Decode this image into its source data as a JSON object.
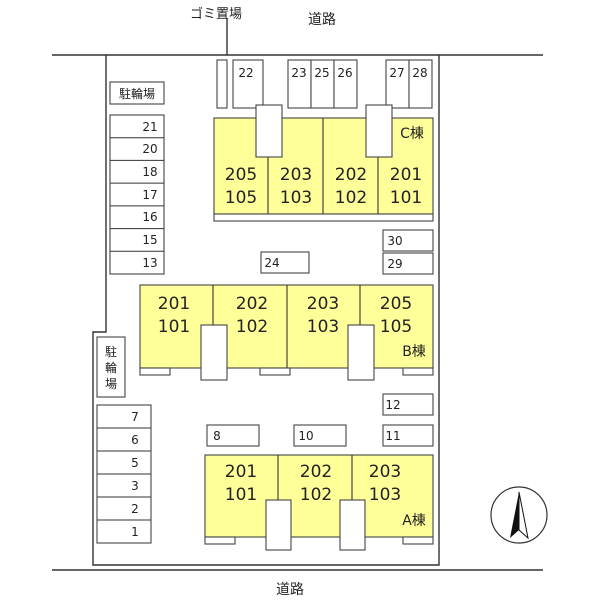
{
  "labels": {
    "road_top": "道路",
    "road_bottom": "道路",
    "garbage": "ゴミ置場",
    "bicycle_top": "駐輪場",
    "bicycle_mid": "駐輪場"
  },
  "parking_left_upper": [
    "21",
    "20",
    "18",
    "17",
    "16",
    "15",
    "13"
  ],
  "parking_left_lower": [
    "7",
    "6",
    "5",
    "3",
    "2",
    "1"
  ],
  "parking_top": [
    "22",
    "23",
    "25",
    "26",
    "27",
    "28"
  ],
  "parking_misc": {
    "p24": "24",
    "p30": "30",
    "p29": "29",
    "p12": "12",
    "p11": "11",
    "p8": "8",
    "p10": "10"
  },
  "building_c": {
    "name": "C棟",
    "units": [
      {
        "upper": "205",
        "lower": "105"
      },
      {
        "upper": "203",
        "lower": "103"
      },
      {
        "upper": "202",
        "lower": "102"
      },
      {
        "upper": "201",
        "lower": "101"
      }
    ]
  },
  "building_b": {
    "name": "B棟",
    "units": [
      {
        "upper": "201",
        "lower": "101"
      },
      {
        "upper": "202",
        "lower": "102"
      },
      {
        "upper": "203",
        "lower": "103"
      },
      {
        "upper": "205",
        "lower": "105"
      }
    ]
  },
  "building_a": {
    "name": "A棟",
    "units": [
      {
        "upper": "201",
        "lower": "101"
      },
      {
        "upper": "202",
        "lower": "102"
      },
      {
        "upper": "203",
        "lower": "103"
      }
    ]
  },
  "compass_icon": "north-arrow-icon"
}
